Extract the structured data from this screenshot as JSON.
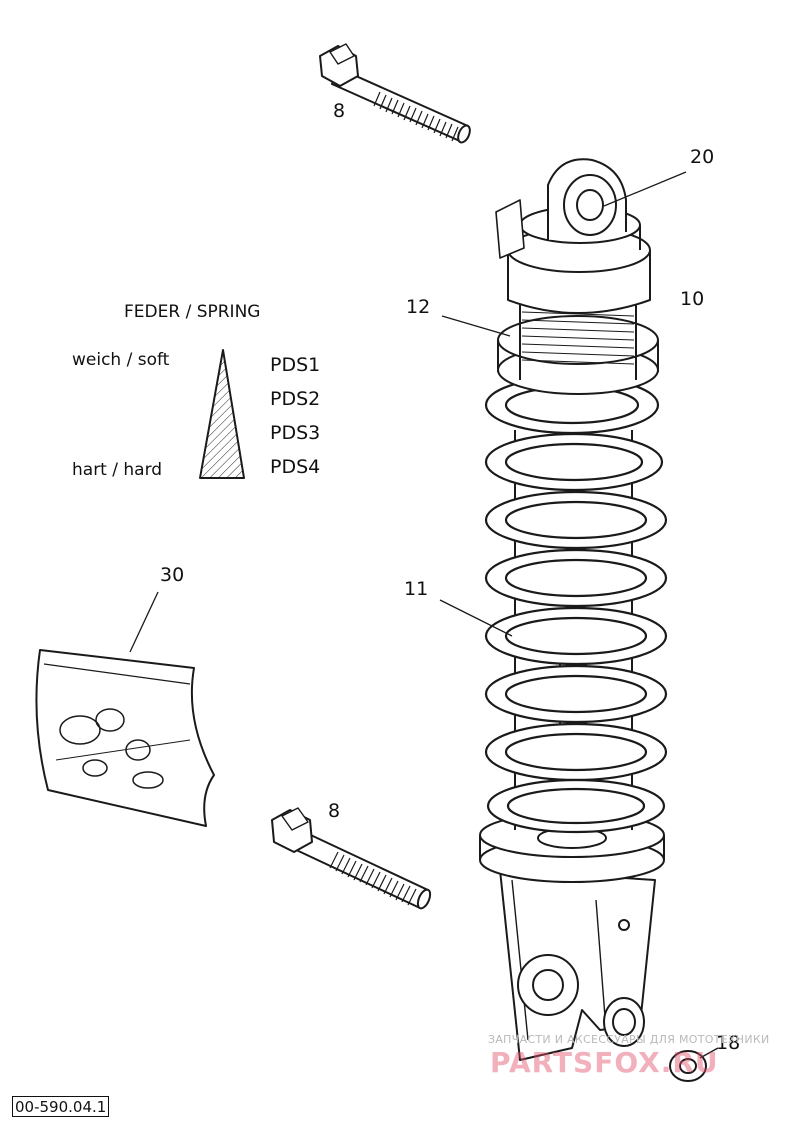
{
  "legend": {
    "title": "FEDER / SPRING",
    "soft_label": "weich / soft",
    "hard_label": "hart / hard",
    "grades": [
      "PDS1",
      "PDS2",
      "PDS3",
      "PDS4"
    ]
  },
  "callouts": {
    "bolt_top": "8",
    "eye_bushing": "20",
    "shock_unit": "10",
    "adjuster_ring": "12",
    "spring": "11",
    "sticker_bag": "30",
    "bolt_bottom": "8",
    "washer": "18"
  },
  "drawing_number": "00-590.04.1",
  "watermark": {
    "tagline": "ЗАПЧАСТИ И АКСЕССУАРЫ ДЛЯ МОТОТЕХНИКИ",
    "logo": "PARTSFOX.RU"
  },
  "colors": {
    "line": "#1a1a1a",
    "watermark_logo": "#e05069",
    "watermark_text": "#b9b9b9"
  }
}
